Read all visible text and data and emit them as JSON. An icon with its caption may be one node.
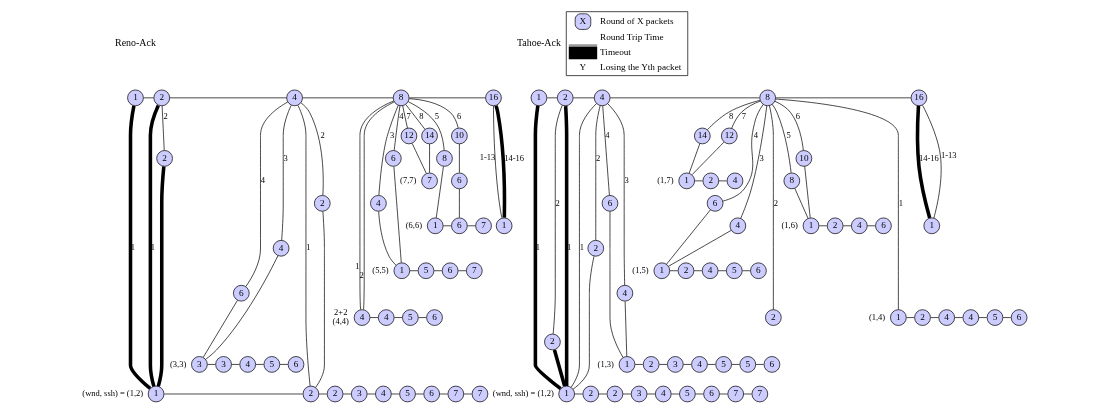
{
  "diagram": {
    "nodes": [
      {
        "text": [
          "1"
        ]
      },
      {
        "text": [
          "2"
        ]
      },
      {
        "text": [
          "4"
        ]
      },
      {
        "text": [
          "8"
        ]
      },
      {
        "text": [
          "16"
        ]
      },
      {
        "text": [
          "1"
        ]
      },
      {
        "text": [
          "2"
        ]
      },
      {
        "text": [
          "2"
        ]
      },
      {
        "text": [
          "4"
        ]
      },
      {
        "text": [
          "6"
        ]
      },
      {
        "text": [
          "12"
        ]
      },
      {
        "text": [
          "14"
        ]
      },
      {
        "text": [
          "7"
        ],
        "beside": [
          "(7,7)"
        ]
      },
      {
        "text": [
          "10"
        ]
      },
      {
        "text": [
          "6"
        ]
      },
      {
        "text": [
          "8"
        ]
      },
      {
        "text": [
          "1"
        ],
        "beside": [
          "(6,6)"
        ]
      },
      {
        "text": [
          "6"
        ]
      },
      {
        "text": [
          "7"
        ]
      },
      {
        "text": [
          "4"
        ]
      },
      {
        "text": [
          "6"
        ]
      },
      {
        "text": [
          "1"
        ],
        "beside": [
          "(5,5)"
        ]
      },
      {
        "text": [
          "5"
        ]
      },
      {
        "text": [
          "6"
        ]
      },
      {
        "text": [
          "7"
        ]
      },
      {
        "text": [
          "4"
        ],
        "beside": [
          "2+2",
          "(4,4)"
        ]
      },
      {
        "text": [
          "4"
        ]
      },
      {
        "text": [
          "5"
        ]
      },
      {
        "text": [
          "6"
        ]
      },
      {
        "text": [
          "3"
        ],
        "beside": [
          "(3,3)"
        ]
      },
      {
        "text": [
          "3"
        ]
      },
      {
        "text": [
          "4"
        ]
      },
      {
        "text": [
          "5"
        ]
      },
      {
        "text": [
          "6"
        ]
      },
      {
        "text": [
          "1"
        ],
        "beside": [
          "(wnd, ssh) = (1,2)"
        ]
      },
      {
        "text": [
          "2"
        ]
      },
      {
        "text": [
          "2"
        ]
      },
      {
        "text": [
          "3"
        ]
      },
      {
        "text": [
          "4"
        ]
      },
      {
        "text": [
          "5"
        ]
      },
      {
        "text": [
          "6"
        ]
      },
      {
        "text": [
          "7"
        ]
      },
      {
        "text": [
          "7"
        ]
      },
      {
        "text": [
          "1"
        ]
      },
      {
        "text": [
          "2"
        ]
      },
      {
        "text": [
          "4"
        ]
      },
      {
        "text": [
          "8"
        ]
      },
      {
        "text": [
          "16"
        ]
      },
      {
        "text": [
          "1"
        ]
      },
      {
        "text": [
          "2"
        ]
      },
      {
        "text": [
          "2"
        ]
      },
      {
        "text": [
          "4"
        ]
      },
      {
        "text": [
          "6"
        ]
      },
      {
        "text": [
          "12"
        ]
      },
      {
        "text": [
          "14"
        ]
      },
      {
        "text": [
          "1"
        ],
        "beside": [
          "(1,7)"
        ]
      },
      {
        "text": [
          "2"
        ]
      },
      {
        "text": [
          "4"
        ]
      },
      {
        "text": [
          "10"
        ]
      },
      {
        "text": [
          "8"
        ]
      },
      {
        "text": [
          "1"
        ],
        "beside": [
          "(1,6)"
        ]
      },
      {
        "text": [
          "2"
        ]
      },
      {
        "text": [
          "4"
        ]
      },
      {
        "text": [
          "6"
        ]
      },
      {
        "text": [
          "4"
        ]
      },
      {
        "text": [
          "6"
        ]
      },
      {
        "text": [
          "1"
        ],
        "beside": [
          "(1,5)"
        ]
      },
      {
        "text": [
          "2"
        ]
      },
      {
        "text": [
          "4"
        ]
      },
      {
        "text": [
          "5"
        ]
      },
      {
        "text": [
          "6"
        ]
      },
      {
        "text": [
          "2"
        ]
      },
      {
        "text": [
          "1"
        ],
        "beside": [
          "(1,4)"
        ]
      },
      {
        "text": [
          "2"
        ]
      },
      {
        "text": [
          "4"
        ]
      },
      {
        "text": [
          "4"
        ]
      },
      {
        "text": [
          "5"
        ]
      },
      {
        "text": [
          "6"
        ]
      },
      {
        "text": [
          "1"
        ],
        "beside": [
          "(1,3)"
        ]
      },
      {
        "text": [
          "2"
        ]
      },
      {
        "text": [
          "3"
        ]
      },
      {
        "text": [
          "4"
        ]
      },
      {
        "text": [
          "5"
        ]
      },
      {
        "text": [
          "5"
        ]
      },
      {
        "text": [
          "6"
        ]
      },
      {
        "text": [
          "1"
        ],
        "beside": [
          "(wnd, ssh) = (1,2)"
        ]
      },
      {
        "text": [
          "2"
        ]
      },
      {
        "text": [
          "2"
        ]
      },
      {
        "text": [
          "3"
        ]
      },
      {
        "text": [
          "4"
        ]
      },
      {
        "text": [
          "5"
        ]
      },
      {
        "text": [
          "6"
        ]
      },
      {
        "text": [
          "7"
        ]
      },
      {
        "text": [
          "7"
        ]
      }
    ],
    "edges": [
      {
        "from": 0,
        "to": 1,
        "arrow": "none"
      },
      {
        "from": 1,
        "to": 2,
        "arrow": "none"
      },
      {
        "from": 2,
        "to": 3,
        "arrow": "none"
      },
      {
        "from": 3,
        "to": 4,
        "arrow": "none"
      },
      {
        "from": 4,
        "to": 5,
        "arrow": "none",
        "label": "1-13"
      },
      {
        "from": 4,
        "to": 5,
        "arrow": "none",
        "label": "14-16",
        "style": "thick"
      },
      {
        "from": 0,
        "to": 34,
        "arrow": "none",
        "label": "1",
        "style": "thick"
      },
      {
        "from": 1,
        "to": 34,
        "arrow": "none",
        "label": "1",
        "style": "thick"
      },
      {
        "from": 1,
        "to": 6,
        "arrow": "none",
        "label": "2"
      },
      {
        "from": 6,
        "to": 34,
        "arrow": "none",
        "style": "thick"
      },
      {
        "from": 2,
        "to": 35,
        "arrow": "none",
        "label": "1"
      },
      {
        "from": 2,
        "to": 7,
        "arrow": "none",
        "label": "2"
      },
      {
        "from": 7,
        "to": 35,
        "arrow": "none"
      },
      {
        "from": 2,
        "to": 8,
        "arrow": "none",
        "label": "3"
      },
      {
        "from": 8,
        "to": 29,
        "arrow": "none"
      },
      {
        "from": 2,
        "to": 9,
        "arrow": "none",
        "label": "4"
      },
      {
        "from": 9,
        "to": 29,
        "arrow": "none"
      },
      {
        "from": 3,
        "to": 25,
        "arrow": "none",
        "label": "1"
      },
      {
        "from": 3,
        "to": 25,
        "arrow": "none",
        "label": "2"
      },
      {
        "from": 3,
        "to": 19,
        "arrow": "none",
        "label": "3"
      },
      {
        "from": 19,
        "to": 21,
        "arrow": "none"
      },
      {
        "from": 3,
        "to": 20,
        "arrow": "none",
        "label": "4"
      },
      {
        "from": 20,
        "to": 21,
        "arrow": "none"
      },
      {
        "from": 3,
        "to": 15,
        "arrow": "none",
        "label": "5"
      },
      {
        "from": 15,
        "to": 16,
        "arrow": "none"
      },
      {
        "from": 3,
        "to": 13,
        "arrow": "none",
        "label": "6"
      },
      {
        "from": 13,
        "to": 14,
        "arrow": "none"
      },
      {
        "from": 14,
        "to": 17,
        "arrow": "none"
      },
      {
        "from": 3,
        "to": 10,
        "arrow": "none",
        "label": "7"
      },
      {
        "from": 10,
        "to": 12,
        "arrow": "none"
      },
      {
        "from": 3,
        "to": 11,
        "arrow": "none",
        "label": "8"
      },
      {
        "from": 11,
        "to": 12,
        "arrow": "none"
      },
      {
        "from": 16,
        "to": 17,
        "arrow": "none"
      },
      {
        "from": 17,
        "to": 18,
        "arrow": "none"
      },
      {
        "from": 21,
        "to": 22,
        "arrow": "none"
      },
      {
        "from": 22,
        "to": 23,
        "arrow": "none"
      },
      {
        "from": 23,
        "to": 24,
        "arrow": "none"
      },
      {
        "from": 25,
        "to": 26,
        "arrow": "none"
      },
      {
        "from": 26,
        "to": 27,
        "arrow": "none"
      },
      {
        "from": 27,
        "to": 28,
        "arrow": "none"
      },
      {
        "from": 29,
        "to": 30,
        "arrow": "none"
      },
      {
        "from": 30,
        "to": 31,
        "arrow": "none"
      },
      {
        "from": 31,
        "to": 32,
        "arrow": "none"
      },
      {
        "from": 32,
        "to": 33,
        "arrow": "none"
      },
      {
        "from": 34,
        "to": 35,
        "arrow": "none"
      },
      {
        "from": 35,
        "to": 36,
        "arrow": "none"
      },
      {
        "from": 36,
        "to": 37,
        "arrow": "none"
      },
      {
        "from": 37,
        "to": 38,
        "arrow": "none"
      },
      {
        "from": 38,
        "to": 39,
        "arrow": "none"
      },
      {
        "from": 39,
        "to": 40,
        "arrow": "none"
      },
      {
        "from": 40,
        "to": 41,
        "arrow": "none"
      },
      {
        "from": 41,
        "to": 42,
        "arrow": "none"
      },
      {
        "from": 43,
        "to": 44,
        "arrow": "none"
      },
      {
        "from": 44,
        "to": 45,
        "arrow": "none"
      },
      {
        "from": 45,
        "to": 46,
        "arrow": "none"
      },
      {
        "from": 46,
        "to": 47,
        "arrow": "none"
      },
      {
        "from": 47,
        "to": 48,
        "arrow": "none",
        "label": "1-13"
      },
      {
        "from": 47,
        "to": 48,
        "arrow": "none",
        "label": "14-16",
        "style": "thick"
      },
      {
        "from": 43,
        "to": 85,
        "arrow": "none",
        "label": "1",
        "style": "thick"
      },
      {
        "from": 44,
        "to": 85,
        "arrow": "none",
        "label": "1",
        "style": "thick"
      },
      {
        "from": 44,
        "to": 49,
        "arrow": "none",
        "label": "2"
      },
      {
        "from": 49,
        "to": 85,
        "arrow": "none",
        "style": "thick"
      },
      {
        "from": 45,
        "to": 85,
        "arrow": "none",
        "label": "1"
      },
      {
        "from": 45,
        "to": 50,
        "arrow": "none",
        "label": "2"
      },
      {
        "from": 50,
        "to": 85,
        "arrow": "none"
      },
      {
        "from": 45,
        "to": 51,
        "arrow": "none",
        "label": "3"
      },
      {
        "from": 51,
        "to": 78,
        "arrow": "none"
      },
      {
        "from": 45,
        "to": 52,
        "arrow": "none",
        "label": "4"
      },
      {
        "from": 52,
        "to": 78,
        "arrow": "none"
      },
      {
        "from": 46,
        "to": 72,
        "arrow": "none",
        "label": "1"
      },
      {
        "from": 46,
        "to": 71,
        "arrow": "none",
        "label": "2"
      },
      {
        "from": 46,
        "to": 64,
        "arrow": "none",
        "label": "3"
      },
      {
        "from": 64,
        "to": 66,
        "arrow": "none"
      },
      {
        "from": 46,
        "to": 65,
        "arrow": "none",
        "label": "4"
      },
      {
        "from": 65,
        "to": 66,
        "arrow": "none"
      },
      {
        "from": 46,
        "to": 59,
        "arrow": "none",
        "label": "5"
      },
      {
        "from": 59,
        "to": 60,
        "arrow": "none"
      },
      {
        "from": 46,
        "to": 58,
        "arrow": "none",
        "label": "6"
      },
      {
        "from": 58,
        "to": 60,
        "arrow": "none"
      },
      {
        "from": 46,
        "to": 53,
        "arrow": "none",
        "label": "7"
      },
      {
        "from": 53,
        "to": 55,
        "arrow": "none"
      },
      {
        "from": 46,
        "to": 54,
        "arrow": "none",
        "label": "8"
      },
      {
        "from": 54,
        "to": 55,
        "arrow": "none"
      },
      {
        "from": 55,
        "to": 56,
        "arrow": "none"
      },
      {
        "from": 56,
        "to": 57,
        "arrow": "none"
      },
      {
        "from": 60,
        "to": 61,
        "arrow": "none"
      },
      {
        "from": 61,
        "to": 62,
        "arrow": "none"
      },
      {
        "from": 62,
        "to": 63,
        "arrow": "none"
      },
      {
        "from": 66,
        "to": 67,
        "arrow": "none"
      },
      {
        "from": 67,
        "to": 68,
        "arrow": "none"
      },
      {
        "from": 68,
        "to": 69,
        "arrow": "none"
      },
      {
        "from": 69,
        "to": 70,
        "arrow": "none"
      },
      {
        "from": 72,
        "to": 73,
        "arrow": "none"
      },
      {
        "from": 73,
        "to": 74,
        "arrow": "none"
      },
      {
        "from": 74,
        "to": 75,
        "arrow": "none"
      },
      {
        "from": 75,
        "to": 76,
        "arrow": "none"
      },
      {
        "from": 76,
        "to": 77,
        "arrow": "none"
      },
      {
        "from": 78,
        "to": 79,
        "arrow": "none"
      },
      {
        "from": 79,
        "to": 80,
        "arrow": "none"
      },
      {
        "from": 80,
        "to": 81,
        "arrow": "none"
      },
      {
        "from": 81,
        "to": 82,
        "arrow": "none"
      },
      {
        "from": 82,
        "to": 83,
        "arrow": "none"
      },
      {
        "from": 83,
        "to": 84,
        "arrow": "none"
      },
      {
        "from": 85,
        "to": 86,
        "arrow": "none"
      },
      {
        "from": 86,
        "to": 87,
        "arrow": "none"
      },
      {
        "from": 87,
        "to": 88,
        "arrow": "none"
      },
      {
        "from": 88,
        "to": 89,
        "arrow": "none"
      },
      {
        "from": 89,
        "to": 90,
        "arrow": "none"
      },
      {
        "from": 90,
        "to": 91,
        "arrow": "none"
      },
      {
        "from": 91,
        "to": 92,
        "arrow": "none"
      },
      {
        "from": 92,
        "to": 93,
        "arrow": "none"
      }
    ],
    "labels": [
      "Reno-Ack",
      "Tahoe-Ack",
      "X",
      "Y"
    ],
    "legend": [
      {
        "text": "Round of X packets"
      },
      {
        "text": "Round Trip Time"
      },
      {
        "text": "Timeout"
      },
      {
        "text": "Losing the Yth packet"
      }
    ]
  }
}
